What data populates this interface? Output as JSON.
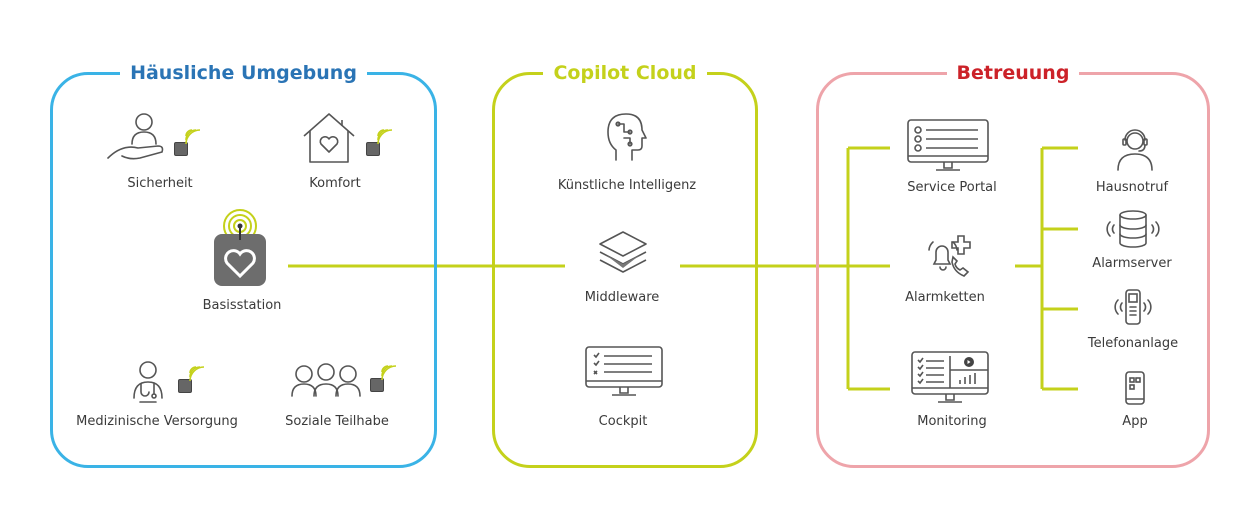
{
  "colors": {
    "home": "#3ab3e6",
    "home_title": "#2a74b5",
    "cloud": "#c4d11b",
    "care": "#eea4aa",
    "care_title": "#cc2229",
    "icon": "#555555"
  },
  "home": {
    "title": "Häusliche Umgebung",
    "items": {
      "security": "Sicherheit",
      "comfort": "Komfort",
      "base": "Basisstation",
      "medical": "Medizinische Versorgung",
      "social": "Soziale Teilhabe"
    }
  },
  "cloud": {
    "title": "Copilot Cloud",
    "items": {
      "ai": "Künstliche Intelligenz",
      "middleware": "Middleware",
      "cockpit": "Cockpit"
    }
  },
  "care": {
    "title": "Betreuung",
    "items": {
      "portal": "Service Portal",
      "alarm_chains": "Alarmketten",
      "monitoring": "Monitoring",
      "house_call": "Hausnotruf",
      "alarm_server": "Alarmserver",
      "phone_system": "Telefonanlage",
      "app": "App"
    }
  }
}
